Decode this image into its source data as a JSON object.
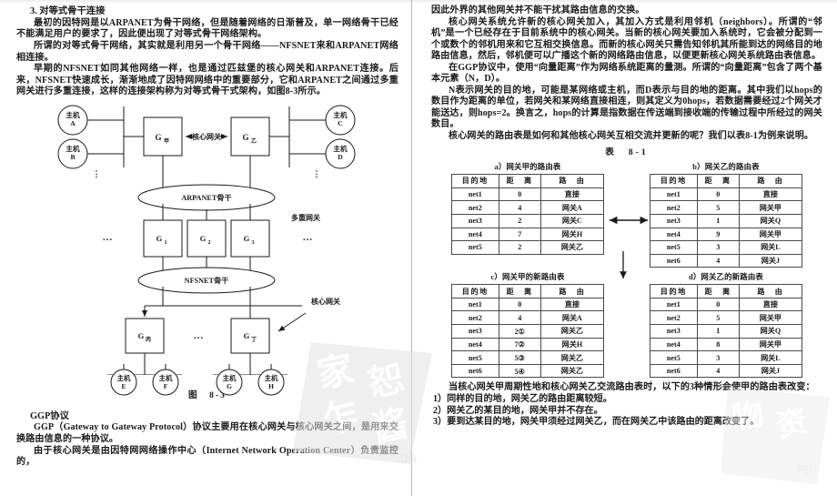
{
  "document": {
    "left_column": {
      "section_heading": "3. 对等式骨干连接",
      "paragraphs": [
        "最初的因特网是以ARPANET为骨干网络，但是随着网络的日渐普及，单一网络骨干已经不能满足用户的要求了，因此便出现了对等式骨干网络架构。",
        "所谓的对等式骨干网络，其实就是利用另一个骨干网络——NFSNET来和ARPANET网络相连接。",
        "早期的NFSNET如同其他网络一样，也是通过匹兹堡的核心网关和ARPANET连接。后来，NFSNET快速成长，渐渐地成了因特网网络中的重要部分，它和ARPANET之间通过多重网关进行多重连接，这样的连接架构称为对等式骨干式架构，如图8-3所示。"
      ],
      "figure": {
        "caption": "图　8-3",
        "hosts_top_left": [
          "主机\nA",
          "主机\nB"
        ],
        "host_a_line1": "主机",
        "host_a_line2": "A",
        "host_b_line1": "主机",
        "host_b_line2": "B",
        "host_c_line1": "主机",
        "host_c_line2": "C",
        "host_d_line1": "主机",
        "host_d_line2": "D",
        "host_e_line1": "主机",
        "host_e_line2": "E",
        "host_f_line1": "主机",
        "host_f_line2": "F",
        "host_g_line1": "主机",
        "host_g_line2": "G",
        "host_h_line1": "主机",
        "host_h_line2": "H",
        "gateway_jia": "G",
        "gateway_jia_sub": "甲",
        "gateway_yi": "G",
        "gateway_yi_sub": "乙",
        "gateway_bing": "G",
        "gateway_bing_sub": "丙",
        "gateway_ding": "G",
        "gateway_ding_sub": "丁",
        "gateway_g1": "G",
        "gateway_g1_sub": "1",
        "gateway_g2": "G",
        "gateway_g2_sub": "2",
        "gateway_g3": "G",
        "gateway_g3_sub": "3",
        "core_gateway_label_top": "核心网关",
        "core_gateway_label_bottom": "核心网关",
        "multi_gateway_label": "多重网关",
        "arpanet_backbone": "ARPANET骨干",
        "nfsnet_backbone": "NFSNET骨干",
        "ellipsis_left": "…",
        "ellipsis_right": "…",
        "ellipsis_mid": "…",
        "vdots_left": "⋮",
        "vdots_right": "⋮"
      },
      "ggp_heading": "GGP协议",
      "ggp_paragraphs": [
        "GGP（Gateway to Gateway Protocol）协议主要用在核心网关与核心网关之间，是用来交换路由信息的一种协议。",
        "由于核心网关是由因特网网络操作中心（Internet Network Operation Center）负责监控的，"
      ]
    },
    "right_column": {
      "paragraphs": [
        "因此外界的其他网关并不能干扰其路由信息的交换。",
        "核心网关系统允许新的核心网关加入，其加入方式是利用邻机（neighbors）。所谓的“邻机”是一个已经存在于目前系统中的核心网关。当新的核心网关要加入系统时，它会被分配到一个或数个的邻机用来和它互相交换信息。而新的核心网关只需告知邻机其所能到达的网络目的地路由信息，然后，邻机便可以广播这个新的网络路由信息，以便更新核心网关系统路由表信息。",
        "在GGP协议中，使用“向量距离”作为网络系统距离的量测。所谓的“向量距离”包含了两个基本元素（N，D）。",
        "N表示网关的目的地，可能是某网络或主机，而D表示与目的地的距离。其中我们以hops的数目作为距离的单位，若网关和某网络直接相连，则其定义为0hops，若数据需要经过2个网关才能送达，则hops=2。换言之，hops的计算是指数据在传送端到接收端的传输过程中所经过的网关数目。",
        "核心网关的路由表是如何和其他核心网关互相交流并更新的呢？我们以表8-1为例来说明。"
      ],
      "table_title": "表　8-1",
      "tables": [
        {
          "id": "a",
          "caption": "a）网关甲的路由表",
          "headers": [
            "目的地",
            "距　离",
            "路　由"
          ],
          "rows": [
            [
              "net1",
              "0",
              "直接"
            ],
            [
              "net2",
              "4",
              "网关A"
            ],
            [
              "net3",
              "2",
              "网关C"
            ],
            [
              "net4",
              "7",
              "网关H"
            ],
            [
              "net5",
              "2",
              "网关乙"
            ]
          ]
        },
        {
          "id": "b",
          "caption": "b）网关乙的路由表",
          "headers": [
            "目的地",
            "距　离",
            "路　由"
          ],
          "rows": [
            [
              "net1",
              "0",
              "直接"
            ],
            [
              "net2",
              "5",
              "网关甲"
            ],
            [
              "net3",
              "1",
              "网关Q"
            ],
            [
              "net4",
              "9",
              "网关甲"
            ],
            [
              "net5",
              "3",
              "网关L"
            ],
            [
              "net6",
              "4",
              "网关J"
            ]
          ]
        },
        {
          "id": "c",
          "caption": "c）网关甲的新路由表",
          "headers": [
            "目的地",
            "距　离",
            "路　由"
          ],
          "rows": [
            [
              "net1",
              "0",
              "直接"
            ],
            [
              "net2",
              "4",
              "网关A"
            ],
            [
              "net3",
              "2①",
              "网关乙"
            ],
            [
              "net4",
              "7②",
              "网关H"
            ],
            [
              "net5",
              "5③",
              "网关乙"
            ],
            [
              "net6",
              "5④",
              "网关乙"
            ]
          ]
        },
        {
          "id": "d",
          "caption": "d）网关乙的新路由表",
          "headers": [
            "目的地",
            "距　离",
            "路　由"
          ],
          "rows": [
            [
              "net1",
              "0",
              "直接"
            ],
            [
              "net2",
              "5",
              "网关甲"
            ],
            [
              "net3",
              "1",
              "网关Q"
            ],
            [
              "net4",
              "8",
              "网关甲"
            ],
            [
              "net5",
              "3",
              "网关L"
            ],
            [
              "net6",
              "4",
              "网关J"
            ]
          ]
        }
      ],
      "closing_paragraph": "当核心网关甲周期性地和核心网关乙交流路由表时，以下的3种情形会使甲的路由表改变：",
      "numbered_list": [
        "1）同样的目的地，网关乙的路由距离较短。",
        "2）网关乙的某目的地，网关甲并不存在。",
        "3）要到达某目的地，网关甲须经过网关乙，而在网关乙中该路由的距离改变了。"
      ]
    }
  },
  "colors": {
    "page_background": "#fefefe",
    "text": "#1a1a1a",
    "rule": "#4a4a4a",
    "divider": "#b9b9b9",
    "watermark": "#e2e2e2"
  }
}
